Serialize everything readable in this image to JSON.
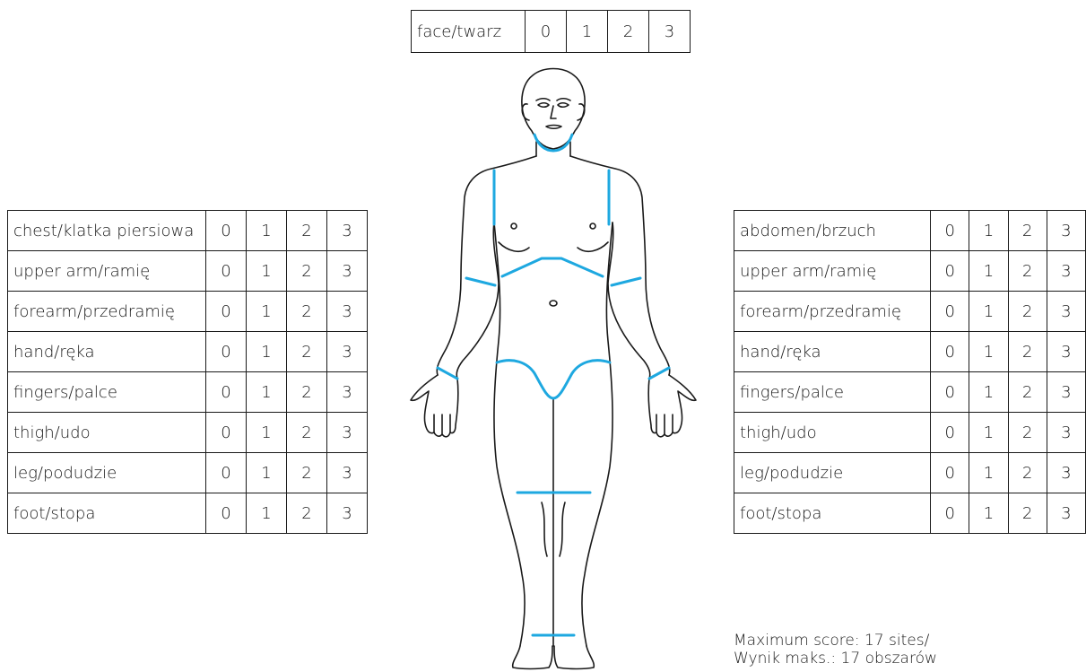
{
  "face": {
    "label": "face/twarz",
    "scores": [
      "0",
      "1",
      "2",
      "3"
    ]
  },
  "left_table": {
    "rows": [
      {
        "label": "chest/klatka piersiowa",
        "scores": [
          "0",
          "1",
          "2",
          "3"
        ]
      },
      {
        "label": "upper arm/ramię",
        "scores": [
          "0",
          "1",
          "2",
          "3"
        ]
      },
      {
        "label": "forearm/przedramię",
        "scores": [
          "0",
          "1",
          "2",
          "3"
        ]
      },
      {
        "label": "hand/ręka",
        "scores": [
          "0",
          "1",
          "2",
          "3"
        ]
      },
      {
        "label": "fingers/palce",
        "scores": [
          "0",
          "1",
          "2",
          "3"
        ]
      },
      {
        "label": "thigh/udo",
        "scores": [
          "0",
          "1",
          "2",
          "3"
        ]
      },
      {
        "label": "leg/podudzie",
        "scores": [
          "0",
          "1",
          "2",
          "3"
        ]
      },
      {
        "label": "foot/stopa",
        "scores": [
          "0",
          "1",
          "2",
          "3"
        ]
      }
    ]
  },
  "right_table": {
    "rows": [
      {
        "label": "abdomen/brzuch",
        "scores": [
          "0",
          "1",
          "2",
          "3"
        ]
      },
      {
        "label": "upper arm/ramię",
        "scores": [
          "0",
          "1",
          "2",
          "3"
        ]
      },
      {
        "label": "forearm/przedramię",
        "scores": [
          "0",
          "1",
          "2",
          "3"
        ]
      },
      {
        "label": "hand/ręka",
        "scores": [
          "0",
          "1",
          "2",
          "3"
        ]
      },
      {
        "label": "fingers/palce",
        "scores": [
          "0",
          "1",
          "2",
          "3"
        ]
      },
      {
        "label": "thigh/udo",
        "scores": [
          "0",
          "1",
          "2",
          "3"
        ]
      },
      {
        "label": "leg/podudzie",
        "scores": [
          "0",
          "1",
          "2",
          "3"
        ]
      },
      {
        "label": "foot/stopa",
        "scores": [
          "0",
          "1",
          "2",
          "3"
        ]
      }
    ]
  },
  "footer": {
    "line1": "Maximum score: 17 sites/",
    "line2": "Wynik maks.: 17 obszarów"
  },
  "colors": {
    "region_boundary": "#1ea8e0",
    "outline": "#1a1a1a"
  },
  "icons": {
    "figure": "human-body-front-outline"
  }
}
